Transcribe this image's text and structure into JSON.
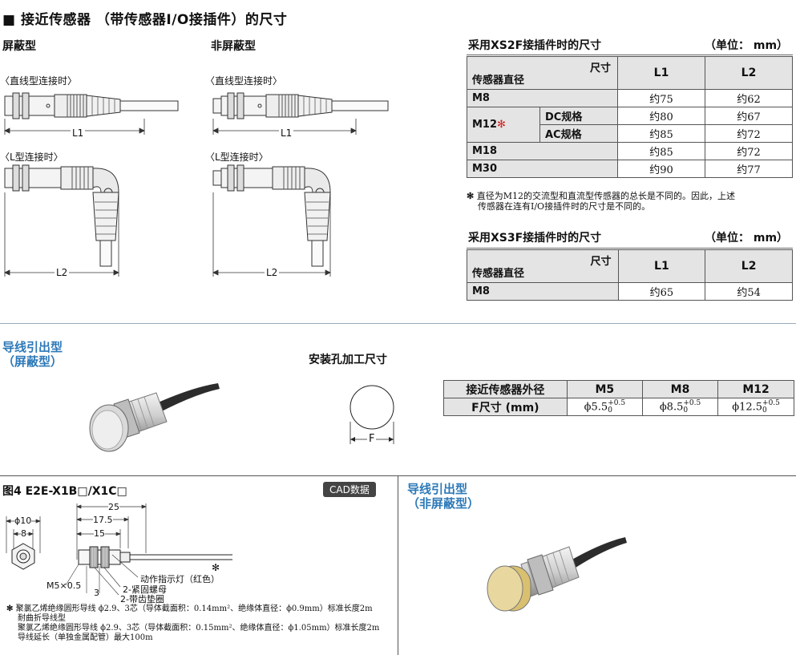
{
  "title": "■ 接近传感器 （带传感器I/O接插件）的尺寸",
  "shielded": {
    "label": "屏蔽型",
    "straight": "〈直线型连接时〉",
    "l_type": "〈L型连接时〉",
    "dim_l1": "L1",
    "dim_l2": "L2"
  },
  "unshielded": {
    "label": "非屏蔽型",
    "straight": "〈直线型连接时〉",
    "l_type": "〈L型连接时〉",
    "dim_l1": "L1",
    "dim_l2": "L2"
  },
  "xs2f": {
    "title": "采用XS2F接插件时的尺寸",
    "unit": "（单位： mm）",
    "corner_top": "尺寸",
    "corner_bottom": "传感器直径",
    "col_l1": "L1",
    "col_l2": "L2",
    "rows": [
      {
        "name": "M8",
        "sub": "",
        "l1": "约75",
        "l2": "约62"
      },
      {
        "name": "M12",
        "mark": "✻",
        "sub": "DC规格",
        "l1": "约80",
        "l2": "约67"
      },
      {
        "name": "",
        "sub": "AC规格",
        "l1": "约85",
        "l2": "约72"
      },
      {
        "name": "M18",
        "sub": "",
        "l1": "约85",
        "l2": "约72"
      },
      {
        "name": "M30",
        "sub": "",
        "l1": "约90",
        "l2": "约77"
      }
    ],
    "note_mark": "✻",
    "note_line1": "直径为M12的交流型和直流型传感器的总长是不同的。因此，上述",
    "note_line2": "传感器在连有I/O接插件时的尺寸是不同的。"
  },
  "xs3f": {
    "title": "采用XS3F接插件时的尺寸",
    "unit": "（单位： mm）",
    "corner_top": "尺寸",
    "corner_bottom": "传感器直径",
    "col_l1": "L1",
    "col_l2": "L2",
    "rows": [
      {
        "name": "M8",
        "l1": "约65",
        "l2": "约54"
      }
    ]
  },
  "lead_shielded": {
    "line1": "导线引出型",
    "line2": "（屏蔽型）"
  },
  "mount_hole": {
    "title": "安装孔加工尺寸",
    "dim": "F",
    "col0": "接近传感器外径",
    "cols": [
      "M5",
      "M8",
      "M12"
    ],
    "row_label": "F尺寸 (mm)",
    "values": [
      {
        "base": "ϕ5.5",
        "up": "+0.5",
        "low": "0"
      },
      {
        "base": "ϕ8.5",
        "up": "+0.5",
        "low": "0"
      },
      {
        "base": "ϕ12.5",
        "up": "+0.5",
        "low": "0"
      }
    ]
  },
  "fig4": {
    "title": "图4 E2E-X1B□/X1C□",
    "cad": "CAD数据",
    "dims": {
      "d25": "25",
      "d17_5": "17.5",
      "d15": "15",
      "dphi10": "ϕ10",
      "d8": "8",
      "d3": "3",
      "m5": "M5×0.5"
    },
    "callout1": "动作指示灯（红色）",
    "callout2": "2-紧固螺母",
    "callout3": "2-带齿垫圈",
    "callout_mark": "✻",
    "note_mark": "✻",
    "note1": "聚氯乙烯绝缘圆形导线 ϕ2.9、3芯（导体截面积：0.14mm²、绝缘体直径：ϕ0.9mm）标准长度2m",
    "note2": "耐曲折导线型",
    "note3": "聚氯乙烯绝缘圆形导线 ϕ2.9、3芯（导体截面积：0.15mm²、绝缘体直径：ϕ1.05mm）标准长度2m",
    "note4": "导线延长（单独金属配管）最大100m"
  },
  "lead_unshielded": {
    "line1": "导线引出型",
    "line2": "（非屏蔽型）"
  },
  "colors": {
    "accent": "#2d79b8",
    "header_bg": "#e4e4e4",
    "red_mark": "#d22222"
  }
}
